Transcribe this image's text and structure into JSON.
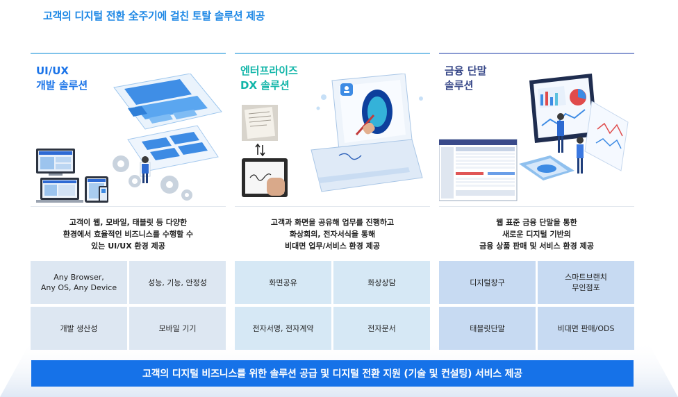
{
  "headline": "고객의 디지털 전환 全주기에 걸친 토탈 솔루션 제공",
  "columns": [
    {
      "title": "UI/UX\n개발 솔루션",
      "title_color": "#1a73e8",
      "rule_color": "#7fbfe8",
      "description": "고객이 웹, 모바일, 태블릿 등 다양한\n환경에서 효율적인 비즈니스를 수행할 수\n있는 UI/UX 환경 제공",
      "cell_color": "#dde7f2",
      "cells": [
        "Any Browser,\nAny OS, Any Device",
        "성능, 기능, 안정성",
        "개발 생산성",
        "모바일 기기"
      ]
    },
    {
      "title": "엔터프라이즈\nDX 솔루션",
      "title_color": "#11b5a8",
      "rule_color": "#7fbfe8",
      "description": "고객과 화면을 공유해 업무를 진행하고\n화상회의, 전자서식을 통해\n비대면 업무/서비스 환경 제공",
      "cell_color": "#d6e8f5",
      "cells": [
        "화면공유",
        "화상상담",
        "전자서명, 전자계약",
        "전자문서"
      ]
    },
    {
      "title": "금융 단말\n솔루션",
      "title_color": "#3a4a8a",
      "rule_color": "#8a9ad2",
      "description": "웹 표준 금융 단말을 통한\n새로운 디지털 기반의\n금융 상품 판매 및 서비스 환경 제공",
      "cell_color": "#c7daf2",
      "cells": [
        "디지털창구",
        "스마트브랜치\n무인점포",
        "태블릿단말",
        "비대면 판매/ODS"
      ]
    }
  ],
  "bottom_banner": "고객의 디지털 비즈니스를 위한 솔루션 공급 및 디지털 전환 지원 (기술 및 컨설팅) 서비스 제공"
}
